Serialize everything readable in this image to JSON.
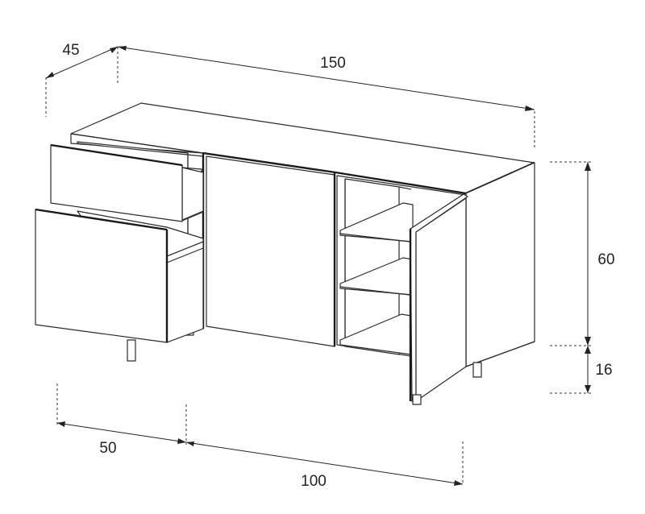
{
  "dimensions": {
    "width": "150",
    "depth": "45",
    "height": "60",
    "leg_height": "16",
    "drawer_section": "50",
    "door_section": "100"
  },
  "colors": {
    "line": "#2a2a2a",
    "background": "#ffffff"
  }
}
